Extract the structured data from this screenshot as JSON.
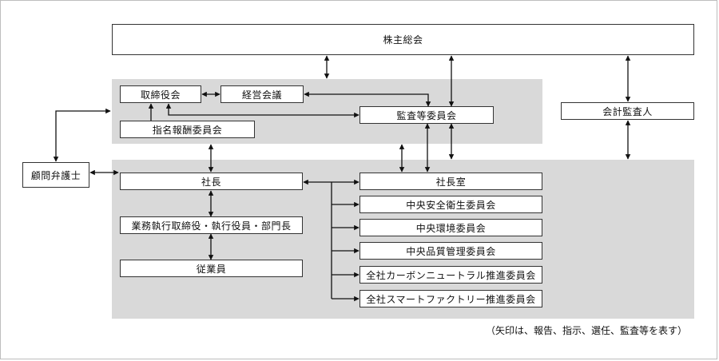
{
  "nodes": {
    "shareholders": "株主総会",
    "board": "取締役会",
    "management_council": "経営会議",
    "nomination_committee": "指名報酬委員会",
    "audit_committee": "監査等委員会",
    "accounting_auditor": "会計監査人",
    "legal_advisor": "顧問弁護士",
    "president": "社長",
    "executives": "業務執行取締役・執行役員・部門長",
    "employees": "従業員",
    "president_office": "社長室",
    "safety_committee": "中央安全衛生委員会",
    "environment_committee": "中央環境委員会",
    "quality_committee": "中央品質管理委員会",
    "carbon_neutral_committee": "全社カーボンニュートラル推進委員会",
    "smart_factory_committee": "全社スマートファクトリー推進委員会"
  },
  "note": "（矢印は、報告、指示、選任、監査等を表す）",
  "colors": {
    "region": "#d9d9d9",
    "line": "#111111",
    "box_border": "#333333"
  }
}
